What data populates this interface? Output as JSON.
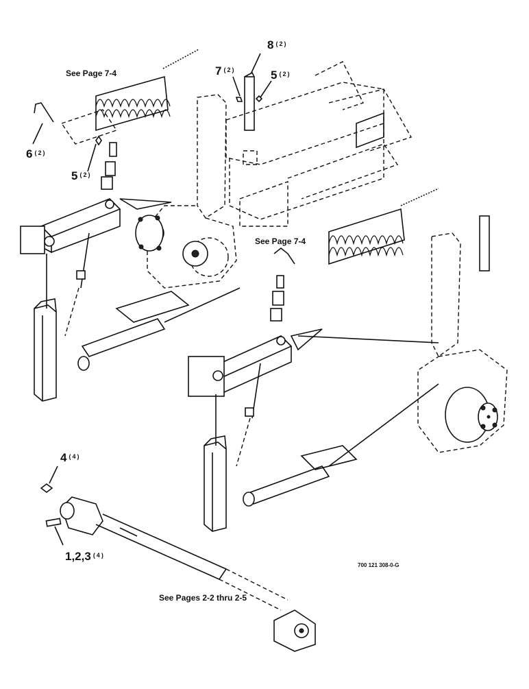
{
  "drawing_number": "700 121 308-0-G",
  "notes": {
    "see_page_top": "See Page 7-4",
    "see_page_mid": "See Page 7-4",
    "see_pages_bottom": "See Pages 2-2 thru 2-5"
  },
  "callouts": [
    {
      "key": "c8",
      "number": "8",
      "qty": "(2)"
    },
    {
      "key": "c7",
      "number": "7",
      "qty": "(2)"
    },
    {
      "key": "c5a",
      "number": "5",
      "qty": "(2)"
    },
    {
      "key": "c6",
      "number": "6",
      "qty": "(2)"
    },
    {
      "key": "c5b",
      "number": "5",
      "qty": "(2)"
    },
    {
      "key": "c4",
      "number": "4",
      "qty": "(4)"
    },
    {
      "key": "c123",
      "number": "1,2,3",
      "qty": "(4)"
    }
  ]
}
